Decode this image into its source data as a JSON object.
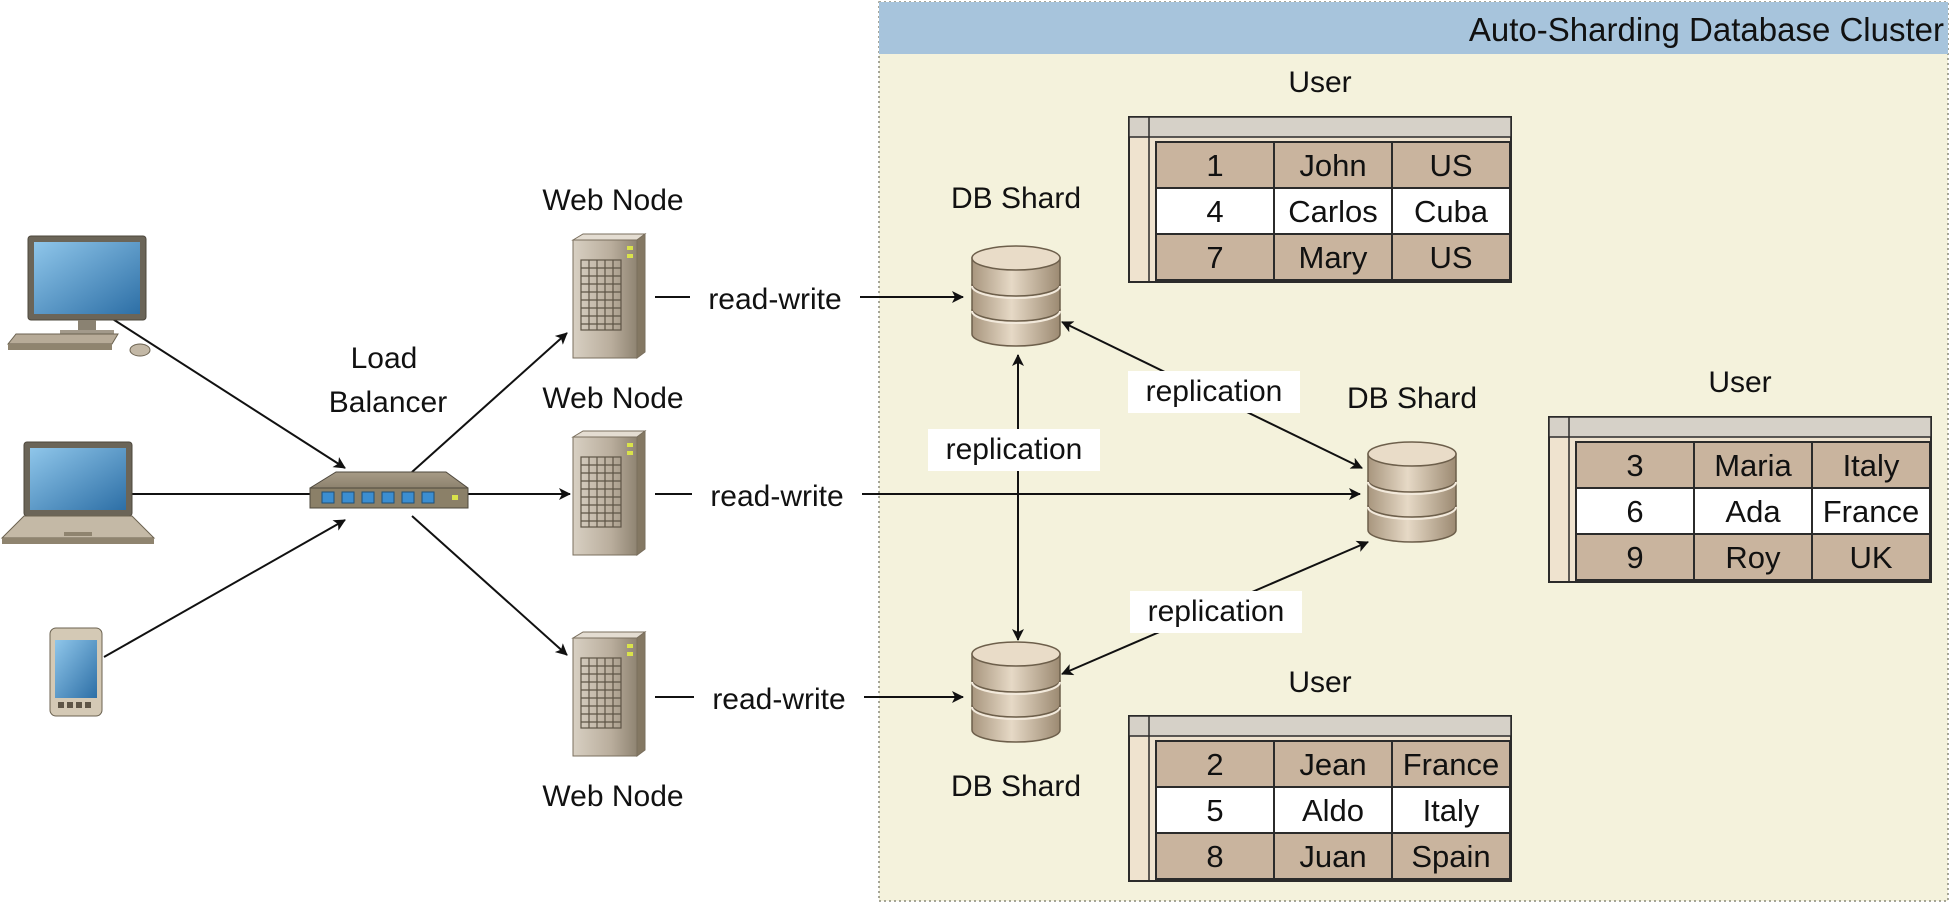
{
  "cluster": {
    "title": "Auto-Sharding Database Cluster",
    "header_color": "#a7c4dc",
    "fill_color": "#f4f2dc"
  },
  "labels": {
    "web_node": "Web Node",
    "load_balancer_line1": "Load",
    "load_balancer_line2": "Balancer",
    "db_shard": "DB Shard",
    "read_write": "read-write",
    "replication": "replication",
    "user": "User"
  },
  "icons": {
    "clients": [
      "desktop-computer-icon",
      "laptop-icon",
      "smartphone-icon"
    ],
    "load_balancer": "network-switch-icon",
    "web_node": "server-tower-icon",
    "db_shard": "database-cylinder-icon"
  },
  "shards": [
    {
      "table_title": "User",
      "rows": [
        [
          "1",
          "John",
          "US"
        ],
        [
          "4",
          "Carlos",
          "Cuba"
        ],
        [
          "7",
          "Mary",
          "US"
        ]
      ]
    },
    {
      "table_title": "User",
      "rows": [
        [
          "3",
          "Maria",
          "Italy"
        ],
        [
          "6",
          "Ada",
          "France"
        ],
        [
          "9",
          "Roy",
          "UK"
        ]
      ]
    },
    {
      "table_title": "User",
      "rows": [
        [
          "2",
          "Jean",
          "France"
        ],
        [
          "5",
          "Aldo",
          "Italy"
        ],
        [
          "8",
          "Juan",
          "Spain"
        ]
      ]
    }
  ],
  "colors": {
    "row_shaded": "#c9b49e",
    "row_plain": "#ffffff",
    "db_body": "#c4b29a",
    "server_body": "#c9bfb1"
  }
}
